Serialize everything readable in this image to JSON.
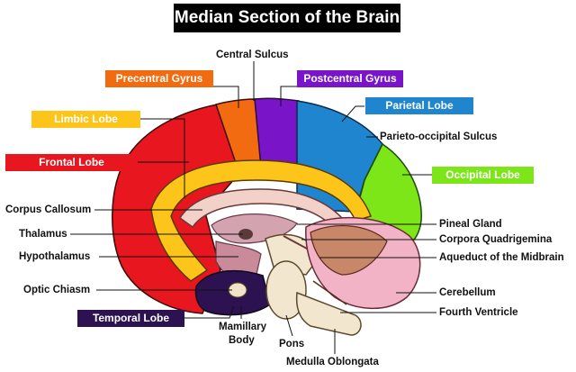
{
  "title": "Median Section of the Brain",
  "colors": {
    "frontal": "#e8161e",
    "precentral": "#f36b10",
    "postcentral": "#7a14c9",
    "parietal": "#1f85cf",
    "occipital": "#7de619",
    "limbic": "#fdc51a",
    "temporal": "#2c1250",
    "cerebellum": "#f2b3c7",
    "brainstem": "#f3e6cf"
  },
  "boxes": {
    "precentral": "Precentral Gyrus",
    "postcentral": "Postcentral Gyrus",
    "limbic": "Limbic Lobe",
    "parietal": "Parietal Lobe",
    "frontal": "Frontal Lobe",
    "occipital": "Occipital Lobe",
    "temporal": "Temporal Lobe"
  },
  "labels": {
    "central_sulcus": "Central Sulcus",
    "parieto_occipital": "Parieto-occipital Sulcus",
    "corpus_callosum": "Corpus Callosum",
    "thalamus": "Thalamus",
    "hypothalamus": "Hypothalamus",
    "optic_chiasm": "Optic Chiasm",
    "pineal_gland": "Pineal Gland",
    "corpora_quadrigemina": "Corpora Quadrigemina",
    "aqueduct": "Aqueduct of the Midbrain",
    "cerebellum": "Cerebellum",
    "fourth_ventricle": "Fourth Ventricle",
    "mamillary": "Mamillary",
    "body": "Body",
    "pons": "Pons",
    "medulla": "Medulla Oblongata"
  }
}
